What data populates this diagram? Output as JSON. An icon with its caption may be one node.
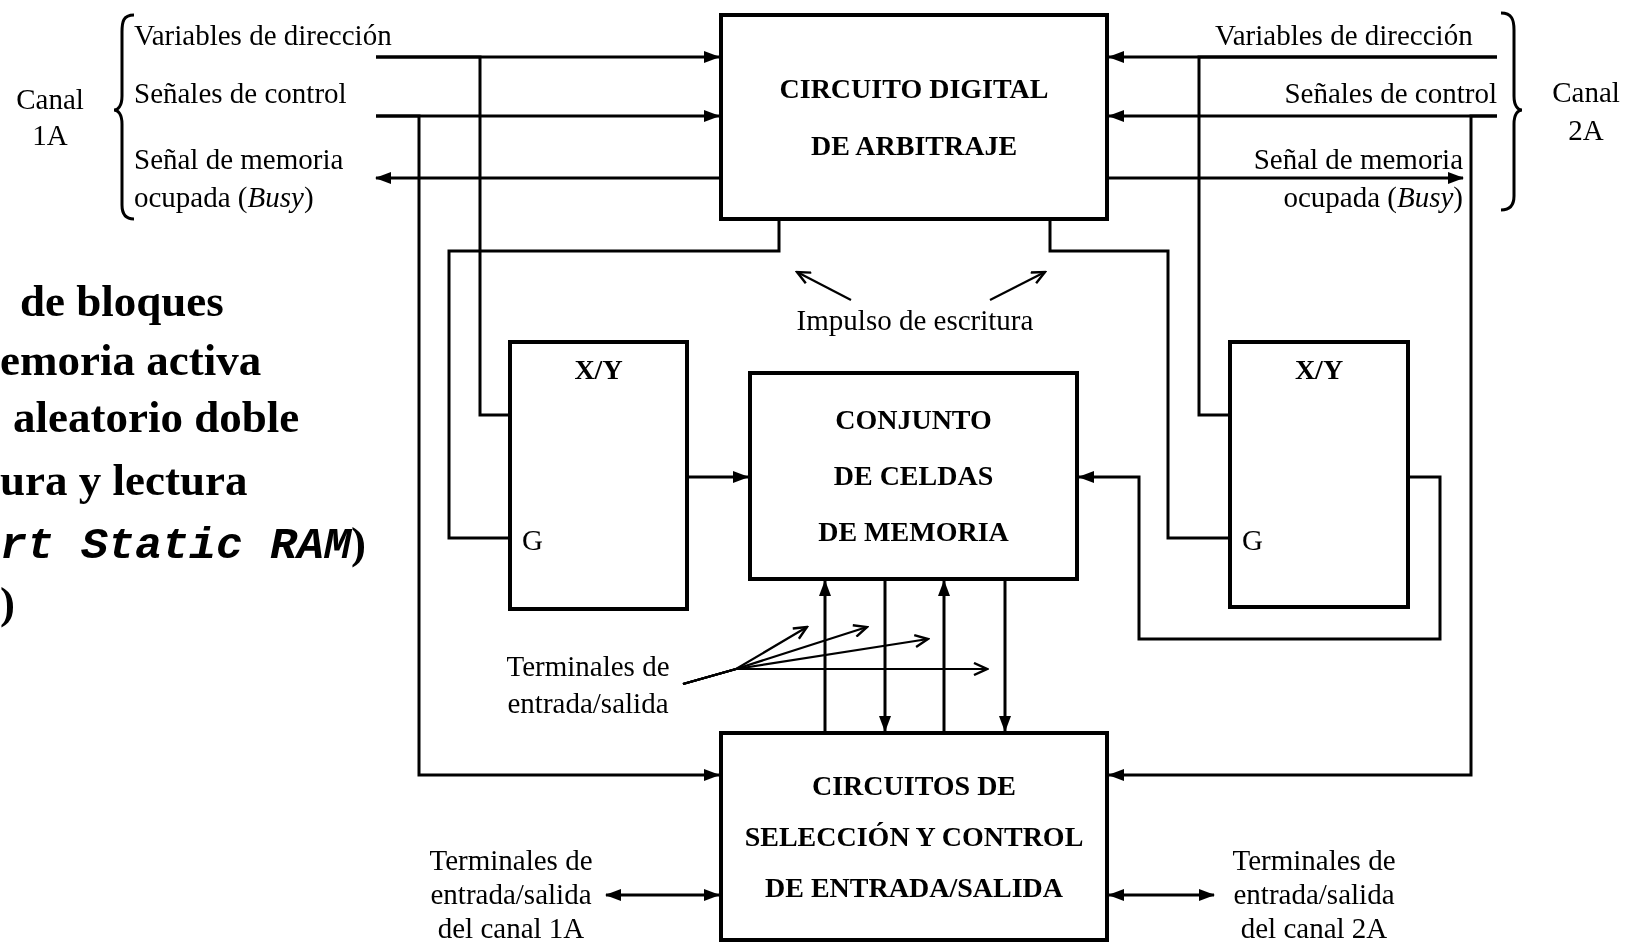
{
  "diagram": {
    "nodes": [
      {
        "text": [
          "CIRCUITO DIGITAL DE ARBITRAJE"
        ]
      },
      {
        "text": [
          "X/Y",
          "G"
        ]
      },
      {
        "text": [
          "CONJUNTO DE CELDAS DE MEMORIA"
        ]
      },
      {
        "text": [
          "X/Y",
          "G"
        ]
      },
      {
        "text": [
          "CIRCUITOS DE SELECCIÓN Y CONTROL DE ENTRADA/SALIDA"
        ]
      },
      {
        "text": [
          "Variables de dirección"
        ]
      },
      {
        "text": [
          "Señales de control"
        ]
      },
      {
        "text": [
          "Señal de memoria ocupada (*Busy*)"
        ]
      },
      {
        "text": [
          "Variables de dirección"
        ]
      },
      {
        "text": [
          "Señales de control"
        ]
      },
      {
        "text": [
          "Señal de memoria ocupada (*Busy*)"
        ]
      },
      {
        "text": [
          "Terminales de entrada/salida del canal 1A"
        ]
      },
      {
        "text": [
          "Terminales de entrada/salida del canal 2A"
        ]
      },
      {
        "text": [
          "Terminales de entrada/salida"
        ]
      },
      {
        "text": [
          "Impulso de escritura"
        ]
      }
    ],
    "edges": [
      {
        "from": 5,
        "to": 0,
        "arrow": "to"
      },
      {
        "from": 5,
        "to": 1,
        "arrow": "none"
      },
      {
        "from": 6,
        "to": 0,
        "arrow": "to"
      },
      {
        "from": 6,
        "to": 4,
        "arrow": "to"
      },
      {
        "from": 0,
        "to": 7,
        "arrow": "to"
      },
      {
        "from": 8,
        "to": 0,
        "arrow": "to"
      },
      {
        "from": 8,
        "to": 3,
        "arrow": "none"
      },
      {
        "from": 9,
        "to": 0,
        "arrow": "to"
      },
      {
        "from": 9,
        "to": 4,
        "arrow": "to"
      },
      {
        "from": 0,
        "to": 10,
        "arrow": "to"
      },
      {
        "from": 0,
        "to": 1,
        "arrow": "none"
      },
      {
        "from": 0,
        "to": 3,
        "arrow": "none"
      },
      {
        "from": 1,
        "to": 2,
        "arrow": "to"
      },
      {
        "from": 3,
        "to": 2,
        "arrow": "to"
      },
      {
        "from": 4,
        "to": 2,
        "arrow": "to"
      },
      {
        "from": 2,
        "to": 4,
        "arrow": "to"
      },
      {
        "from": 4,
        "to": 2,
        "arrow": "to"
      },
      {
        "from": 2,
        "to": 4,
        "arrow": "to"
      },
      {
        "from": 11,
        "to": 4,
        "arrow": "both"
      },
      {
        "from": 4,
        "to": 12,
        "arrow": "both"
      },
      {
        "from": 13,
        "to": null,
        "arrow": "to"
      },
      {
        "from": 13,
        "to": null,
        "arrow": "to"
      },
      {
        "from": 13,
        "to": null,
        "arrow": "to"
      },
      {
        "from": 13,
        "to": null,
        "arrow": "to"
      },
      {
        "from": 14,
        "to": null,
        "arrow": "to"
      },
      {
        "from": 14,
        "to": null,
        "arrow": "to"
      }
    ],
    "labels": [
      "Canal 1A",
      "Canal 2A",
      "de bloques",
      "emoria activa",
      "aleatorio doble",
      "ura y lectura",
      "*rt Static RAM*)",
      ")"
    ]
  }
}
